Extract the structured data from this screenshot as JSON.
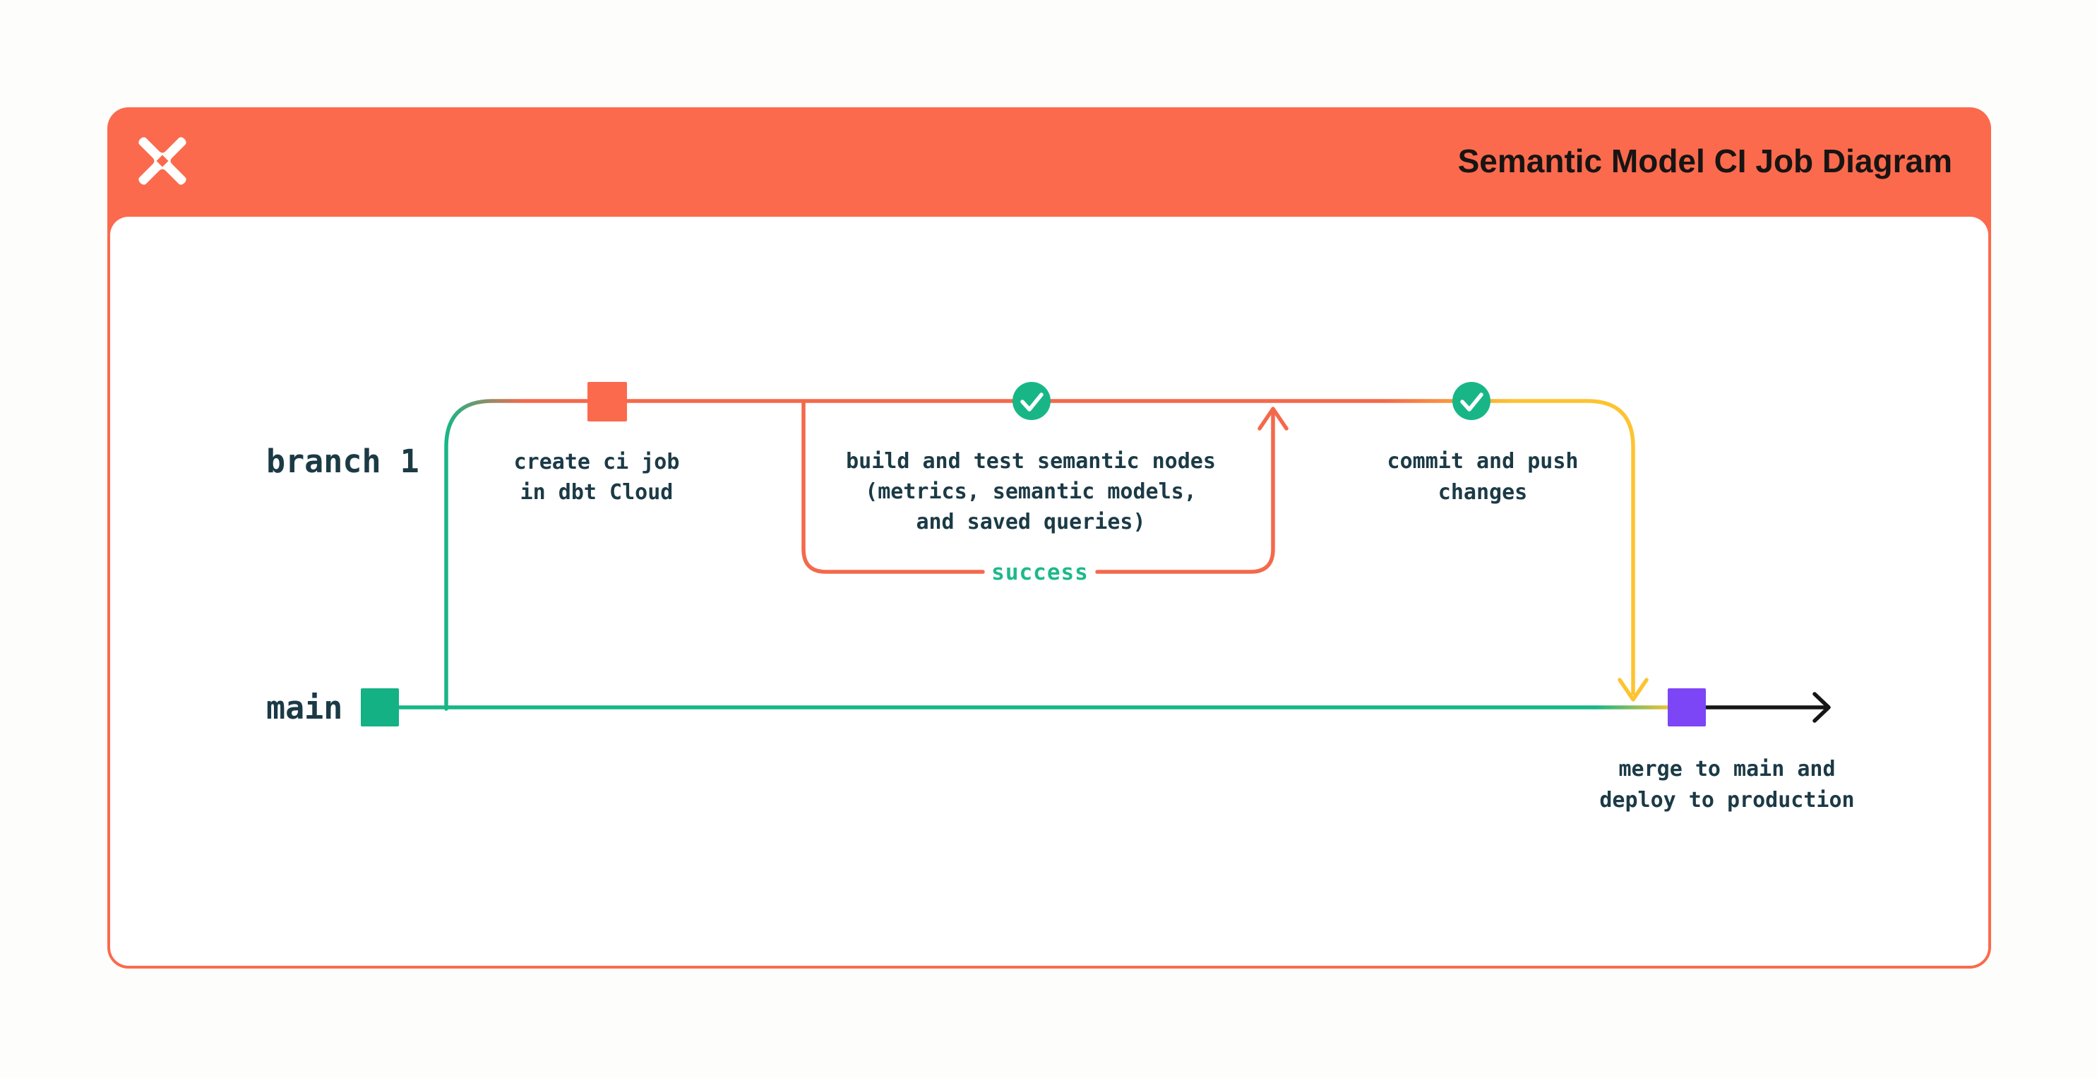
{
  "header": {
    "title": "Semantic Model CI Job Diagram",
    "logo": "dbt-logo"
  },
  "lanes": {
    "branch": "branch 1",
    "main": "main"
  },
  "nodes": {
    "create_ci": {
      "lines": [
        "create ci job",
        "in dbt Cloud"
      ],
      "marker": "orange-square"
    },
    "build_test": {
      "lines": [
        "build and test semantic nodes",
        "(metrics, semantic models,",
        "and saved queries)"
      ],
      "marker": "green-check"
    },
    "commit_push": {
      "lines": [
        "commit and push",
        "changes"
      ],
      "marker": "green-check"
    },
    "merge_deploy": {
      "lines": [
        "merge to main and",
        "deploy to production"
      ],
      "marker": "purple-square"
    }
  },
  "loop": {
    "label": "success"
  },
  "colors": {
    "header_orange": "#fb6a4d",
    "line_orange": "#f4694b",
    "green_square": "#14b184",
    "green_circle": "#18b687",
    "line_green": "#18b687",
    "yellow": "#fdc331",
    "purple": "#7c45f5",
    "label_dark": "#1b3a46",
    "success_green": "#1db98a",
    "title_black": "#181413",
    "arrow_black": "#161616",
    "card_bg": "#ffffff"
  }
}
